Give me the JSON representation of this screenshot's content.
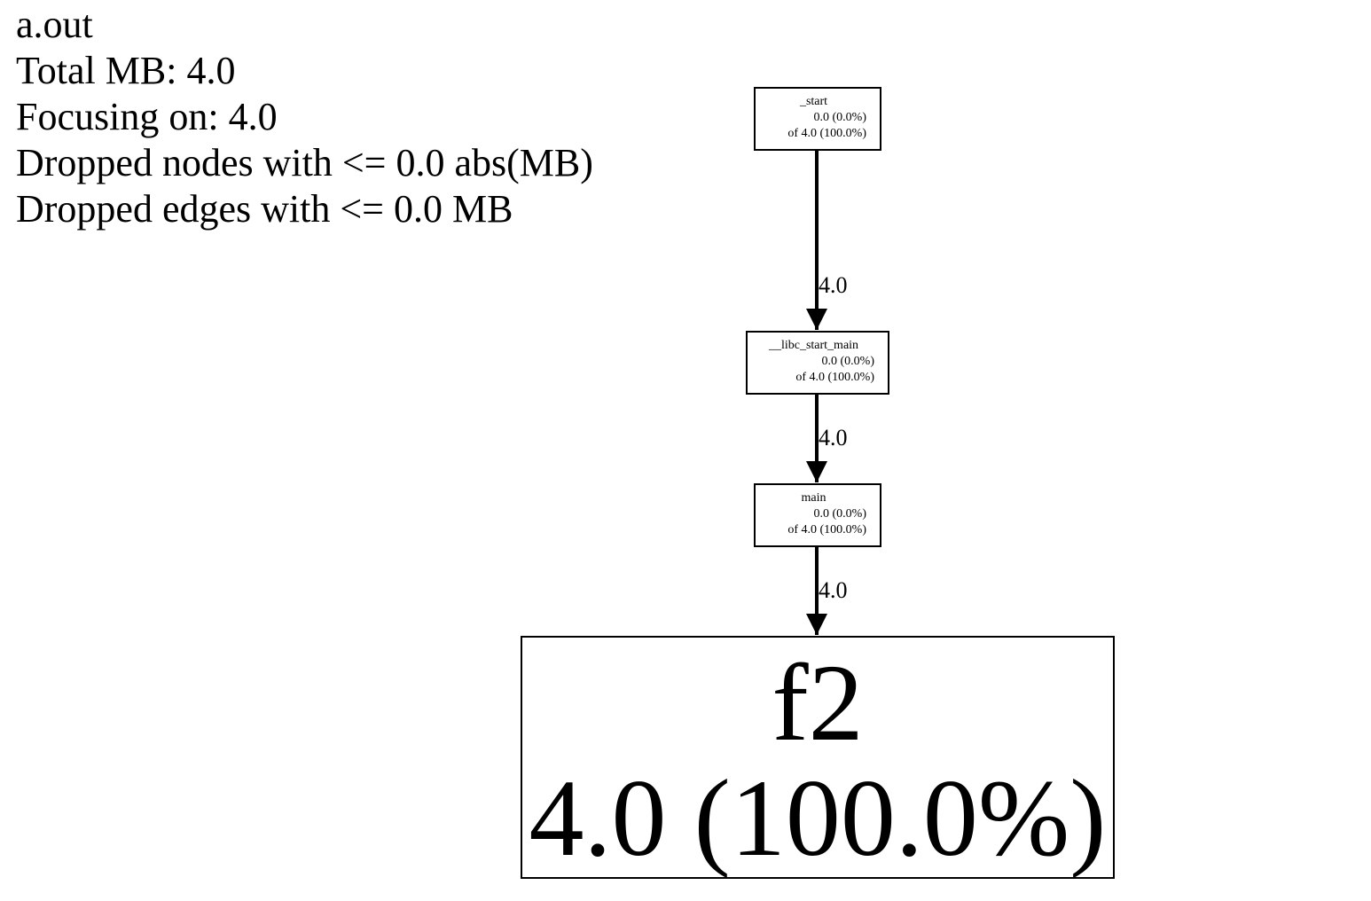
{
  "header": {
    "title": "a.out",
    "total": "Total MB: 4.0",
    "focusing": "Focusing on: 4.0",
    "dropped_nodes": "Dropped nodes with <= 0.0 abs(MB)",
    "dropped_edges": "Dropped edges with <= 0.0 MB"
  },
  "nodes": {
    "start": {
      "name": "_start",
      "flat": "0.0 (0.0%)",
      "cum": "of 4.0 (100.0%)"
    },
    "libc_start_main": {
      "name": "__libc_start_main",
      "flat": "0.0 (0.0%)",
      "cum": "of 4.0 (100.0%)"
    },
    "main": {
      "name": "main",
      "flat": "0.0 (0.0%)",
      "cum": "of 4.0 (100.0%)"
    },
    "f2": {
      "name": "f2",
      "flat": "4.0 (100.0%)"
    }
  },
  "edges": [
    {
      "from": "_start",
      "to": "__libc_start_main",
      "label": "4.0"
    },
    {
      "from": "__libc_start_main",
      "to": "main",
      "label": "4.0"
    },
    {
      "from": "main",
      "to": "f2",
      "label": "4.0"
    }
  ]
}
